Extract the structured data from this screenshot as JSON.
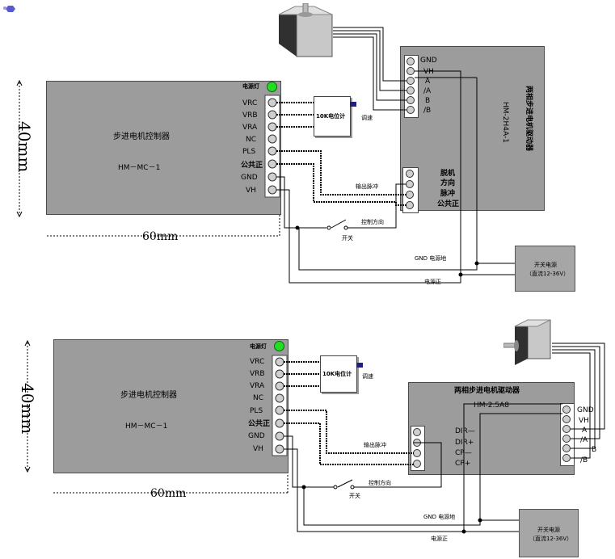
{
  "top": {
    "controller": {
      "title": "步进电机控制器",
      "model": "HM－MC－1",
      "power_led": "电源灯",
      "pins": [
        "VRC",
        "VRB",
        "VRA",
        "NC",
        "PLS",
        "公共正",
        "GND",
        "VH"
      ]
    },
    "potentiometer": {
      "label": "10K电位计",
      "note": "调速"
    },
    "driver": {
      "title": "两相步进电机驱动器",
      "model": "HM-2H4A-1",
      "motor_pins": [
        "GND",
        "VH",
        "A",
        "/A",
        "B",
        "/B"
      ],
      "input_pins": [
        "脱机",
        "方向",
        "脉冲",
        "公共正"
      ]
    },
    "labels": {
      "output_pulse": "输出脉冲",
      "direction": "控制方向",
      "switch": "开关",
      "gnd": "GND 电源地",
      "power_pos": "电源正"
    },
    "power_supply": {
      "line1": "开关电源",
      "line2": "（直流12-36V）"
    },
    "dim_height": "40mm",
    "dim_width": "60mm"
  },
  "bottom": {
    "controller": {
      "title": "步进电机控制器",
      "model": "HM－MC－1",
      "power_led": "电源灯",
      "pins": [
        "VRC",
        "VRB",
        "VRA",
        "NC",
        "PLS",
        "公共正",
        "GND",
        "VH"
      ]
    },
    "potentiometer": {
      "label": "10K电位计",
      "note": "调速"
    },
    "driver": {
      "title": "两相步进电机驱动器",
      "model": "HM-2.5A8",
      "motor_pins": [
        "GND",
        "VH",
        "A",
        "/A",
        "B",
        "/B"
      ],
      "input_pins": [
        "DIR—",
        "DIR+",
        "CP—",
        "CP+"
      ]
    },
    "labels": {
      "output_pulse": "输出脉冲",
      "direction": "控制方向",
      "switch": "开关",
      "gnd": "GND 电源地",
      "power_pos": "电源正"
    },
    "power_supply": {
      "line1": "开关电源",
      "line2": "（直流12-36V）"
    },
    "dim_height": "40mm",
    "dim_width": "60mm"
  },
  "colors": {
    "box": "#9c9c9c",
    "led": "#22dd22",
    "wire": "#000000"
  }
}
